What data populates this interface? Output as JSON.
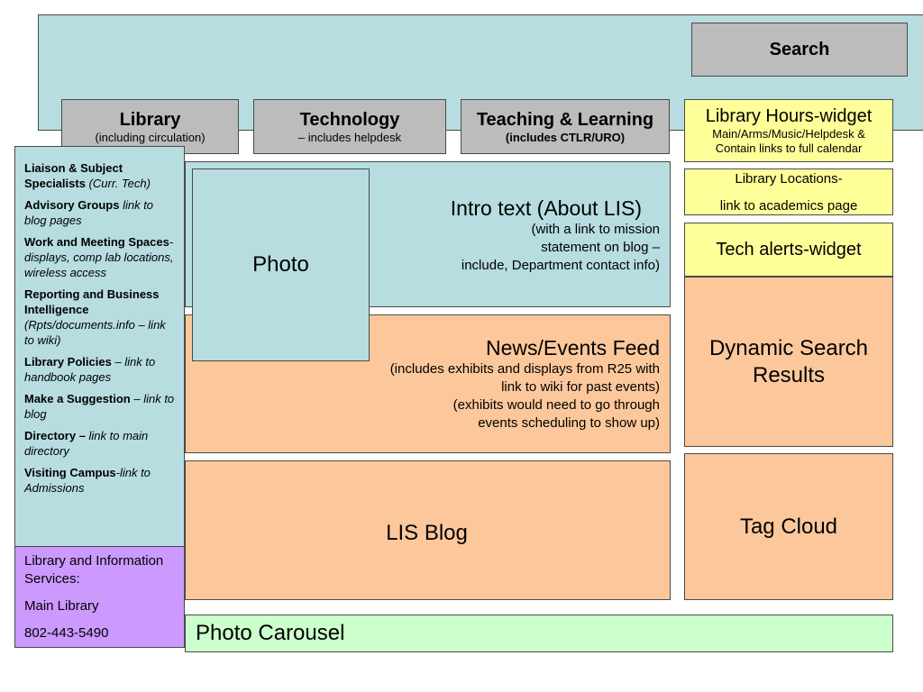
{
  "search": {
    "label": "Search"
  },
  "nav": {
    "library": {
      "title": "Library",
      "sub": "(including circulation)"
    },
    "technology": {
      "title": "Technology",
      "sub": "– includes helpdesk"
    },
    "teaching": {
      "title": "Teaching & Learning",
      "sub": "(includes CTLR/URO)"
    }
  },
  "hours": {
    "title": "Library Hours-widget",
    "sub1": "Main/Arms/Music/Helpdesk &",
    "sub2": "Contain links to full calendar"
  },
  "locations": {
    "line1": "Library Locations-",
    "line2": "link to academics page"
  },
  "tech_alerts": {
    "label": "Tech alerts-widget"
  },
  "dynamic_search": {
    "label": "Dynamic Search Results"
  },
  "tag_cloud": {
    "label": "Tag Cloud"
  },
  "sidebar": {
    "items": [
      {
        "bold": "Liaison & Subject Specialists",
        "italic": " (Curr. Tech)"
      },
      {
        "bold": "Advisory Groups",
        "italic": " link to blog pages"
      },
      {
        "bold": "Work and Meeting Spaces",
        "italic": "-displays, comp lab locations, wireless access"
      },
      {
        "bold": "Reporting and Business Intelligence",
        "italic": " (Rpts/documents.info – link to wiki)"
      },
      {
        "bold": "Library Policies",
        "italic": " – link to handbook pages"
      },
      {
        "bold": "Make a Suggestion",
        "italic": "  – link to blog"
      },
      {
        "bold": "Directory –",
        "italic": " link to main directory"
      },
      {
        "bold": "Visiting Campus",
        "italic": "-link to Admissions"
      }
    ]
  },
  "contact": {
    "line1": "Library and Information Services:",
    "line2": "Main Library",
    "line3": "802-443-5490"
  },
  "intro": {
    "title": "Intro text (About LIS)",
    "line1": "(with a link to mission",
    "line2": "statement on blog –",
    "line3": "include, Department contact info)"
  },
  "photo": {
    "label": "Photo"
  },
  "news": {
    "title": "News/Events Feed",
    "line1": "(includes exhibits and displays from R25 with",
    "line2": "link to wiki for past events)",
    "line3": "(exhibits would need to go through",
    "line4": "events scheduling to show up)"
  },
  "blog": {
    "label": "LIS Blog"
  },
  "carousel": {
    "label": "Photo Carousel"
  },
  "colors": {
    "teal": "#b7dde0",
    "gray": "#bcbcbc",
    "yellow": "#ffff99",
    "peach": "#fcc89b",
    "green": "#ccffcc",
    "purple": "#cc99ff"
  }
}
